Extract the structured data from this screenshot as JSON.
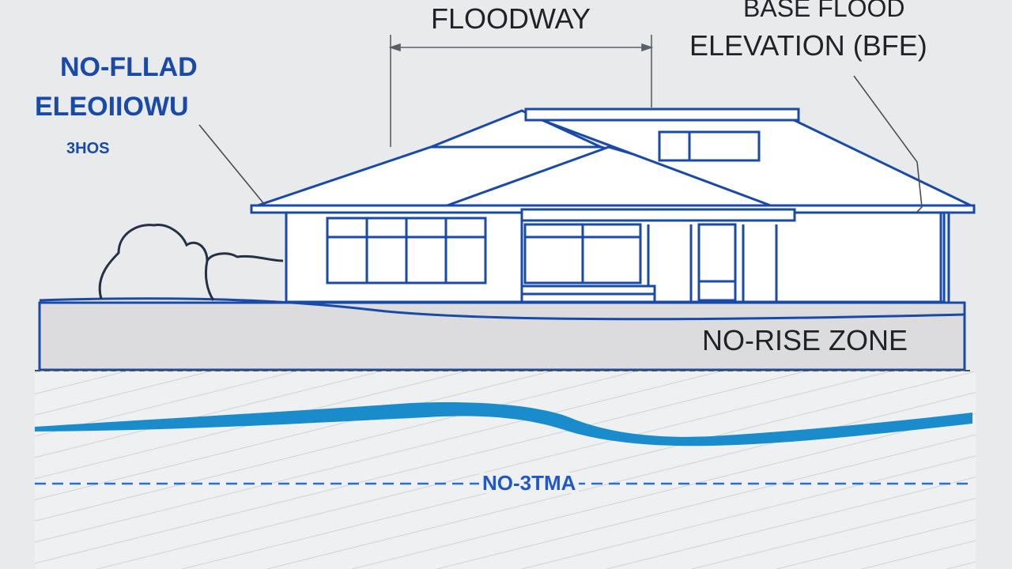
{
  "labels": {
    "floodway": "FLOODWAY",
    "bfe_line1": "BASE FLOOD",
    "bfe_line2": "ELEVATION (BFE)",
    "left_line1": "NO-FLLAD",
    "left_line2": "ELEOIIOWU",
    "left_line3": "3HOS",
    "no_rise_zone": "NO-RISE ZONE",
    "bottom": "NO-3TMA"
  },
  "colors": {
    "background": "#e9eaec",
    "outline_blue": "#1a4aa8",
    "water_blue": "#1a8ccc",
    "dash_blue": "#2a6fd0",
    "text_dark": "#1f2328",
    "ground_fill": "#dcdcde",
    "water_fill": "#eef0f2"
  },
  "icons": [
    "house-illustration",
    "tree-bush-icon",
    "dimension-arrow"
  ]
}
